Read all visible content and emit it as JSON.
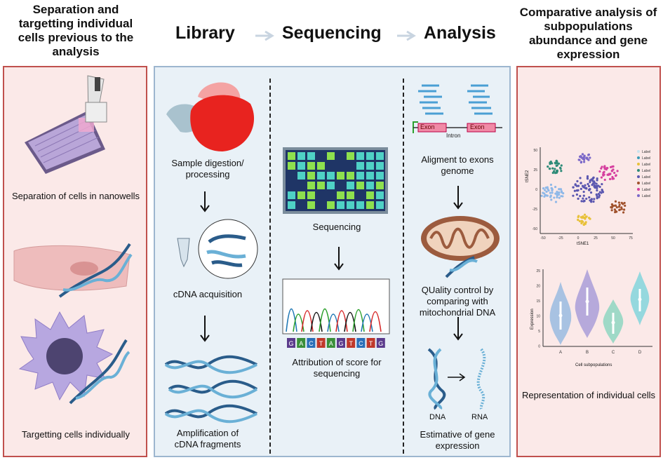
{
  "headers": {
    "left": "Separation and targetting individual cells previous to the analysis",
    "library": "Library",
    "sequencing": "Sequencing",
    "analysis": "Analysis",
    "right": "Comparative analysis of subpopulations abundance and gene expression"
  },
  "left_panel": {
    "caption_nanowells": "Separation of cells in nanowells",
    "caption_targetting": "Targetting cells individually"
  },
  "library": {
    "step1": "Sample digestion/ processing",
    "step2": "cDNA acquisition",
    "step3": "Amplification of cDNA fragments"
  },
  "sequencing": {
    "step1": "Sequencing",
    "step2": "Attribution of score for sequencing",
    "bases": [
      "G",
      "A",
      "C",
      "T",
      "A",
      "G",
      "T",
      "C",
      "T",
      "G"
    ]
  },
  "analysis": {
    "exon_label": "Exon",
    "intron_label": "Intron",
    "step1": "Aligment to exons genome",
    "step2": "QUality control by comparing with mitochondrial DNA",
    "dna_label": "DNA",
    "rna_label": "RNA",
    "step3": "Estimative of gene expression"
  },
  "right_panel": {
    "caption": "Representation of individual cells",
    "tsne": {
      "xlabel": "tSNE1",
      "ylabel": "tSNE2",
      "xticks": [
        "-50",
        "-25",
        "0",
        "25",
        "50",
        "75"
      ],
      "yticks": [
        "50",
        "25",
        "0",
        "-25",
        "-50"
      ],
      "legend": [
        "Label",
        "Label",
        "Label",
        "Label",
        "Label",
        "Label",
        "Label",
        "Label"
      ]
    },
    "violin": {
      "xlabel": "Cell subpopulations",
      "ylabel": "Expression",
      "categories": [
        "A",
        "B",
        "C",
        "D"
      ],
      "yticks": [
        "25",
        "20",
        "15",
        "10",
        "5",
        "0"
      ]
    }
  },
  "colors": {
    "side_border": "#c0504d",
    "side_bg": "#fbe9e8",
    "main_border": "#9db6cf",
    "main_bg": "#e9f1f7"
  }
}
